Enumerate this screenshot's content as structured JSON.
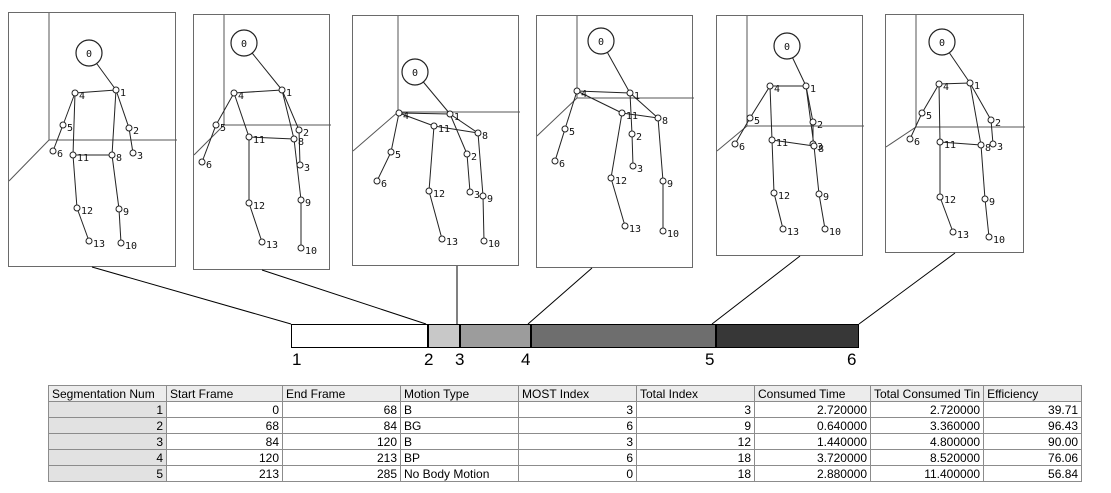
{
  "timeline": {
    "labels": [
      "1",
      "2",
      "3",
      "4",
      "5",
      "6"
    ],
    "segments": [
      {
        "frames": 68,
        "color": "#ffffff"
      },
      {
        "frames": 16,
        "color": "#c8c8c8"
      },
      {
        "frames": 36,
        "color": "#9c9c9c"
      },
      {
        "frames": 93,
        "color": "#6e6e6e"
      },
      {
        "frames": 72,
        "color": "#373737"
      }
    ]
  },
  "table": {
    "headers": [
      "Segmentation Num",
      "Start Frame",
      "End Frame",
      "Motion Type",
      "MOST Index",
      "Total Index",
      "Consumed Time",
      "Total Consumed Tin",
      "Efficiency"
    ],
    "rows": [
      [
        "1",
        "0",
        "68",
        "B",
        "3",
        "3",
        "2.720000",
        "2.720000",
        "39.71"
      ],
      [
        "2",
        "68",
        "84",
        "BG",
        "6",
        "9",
        "0.640000",
        "3.360000",
        "96.43"
      ],
      [
        "3",
        "84",
        "120",
        "B",
        "3",
        "12",
        "1.440000",
        "4.800000",
        "90.00"
      ],
      [
        "4",
        "120",
        "213",
        "BP",
        "6",
        "18",
        "3.720000",
        "8.520000",
        "76.06"
      ],
      [
        "5",
        "213",
        "285",
        "No Body Motion",
        "0",
        "18",
        "2.880000",
        "11.400000",
        "56.84"
      ]
    ]
  },
  "skeleton_joint_labels": [
    "0",
    "1",
    "2",
    "3",
    "4",
    "5",
    "6",
    "8",
    "9",
    "10",
    "11",
    "12",
    "13"
  ]
}
